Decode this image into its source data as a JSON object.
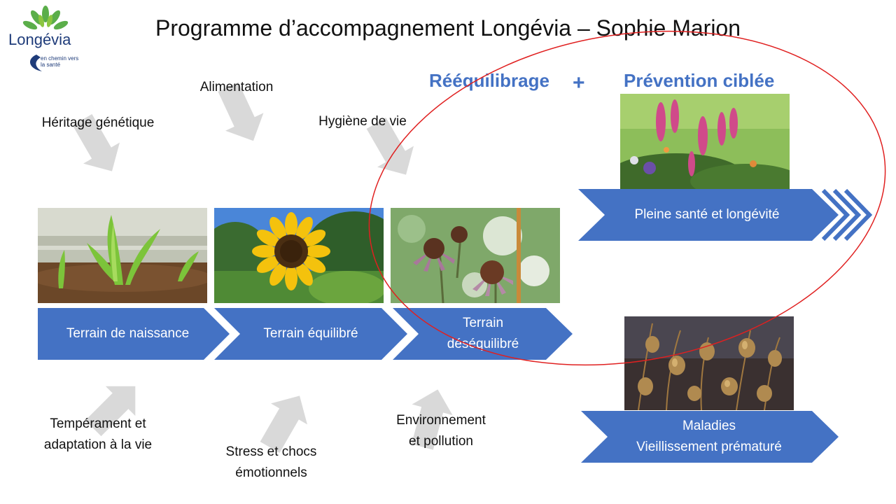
{
  "title": "Programme d’accompagnement Longévia – Sophie Marion",
  "logo": {
    "name": "Longévia",
    "tagline": "en chemin vers la santé"
  },
  "top_influences": {
    "heritage": "Héritage génétique",
    "alimentation": "Alimentation",
    "hygiene": "Hygiène de vie"
  },
  "bottom_influences": {
    "temperament_line1": "Tempérament et",
    "temperament_line2": "adaptation à la vie",
    "stress_line1": "Stress et chocs",
    "stress_line2": "émotionnels",
    "environnement_line1": "Environnement",
    "environnement_line2": "et pollution"
  },
  "stages": {
    "naissance": "Terrain de naissance",
    "equilibre": "Terrain équilibré",
    "desequilibre_line1": "Terrain",
    "desequilibre_line2": "déséquilibré"
  },
  "outcomes": {
    "sante": "Pleine santé et longévité",
    "maladies_line1": "Maladies",
    "maladies_line2": "Vieillissement prématuré"
  },
  "actions": {
    "reequilibrage": "Rééquilibrage",
    "plus": "+",
    "prevention": "Prévention ciblée"
  },
  "colors": {
    "chevron_blue": "#4472C4",
    "arrow_gray": "#D9D9D9",
    "ellipse_red": "#E02020",
    "heading_blue": "#4472C4",
    "logo_green": "#5BAE4A",
    "logo_navy": "#1F3C7A"
  }
}
